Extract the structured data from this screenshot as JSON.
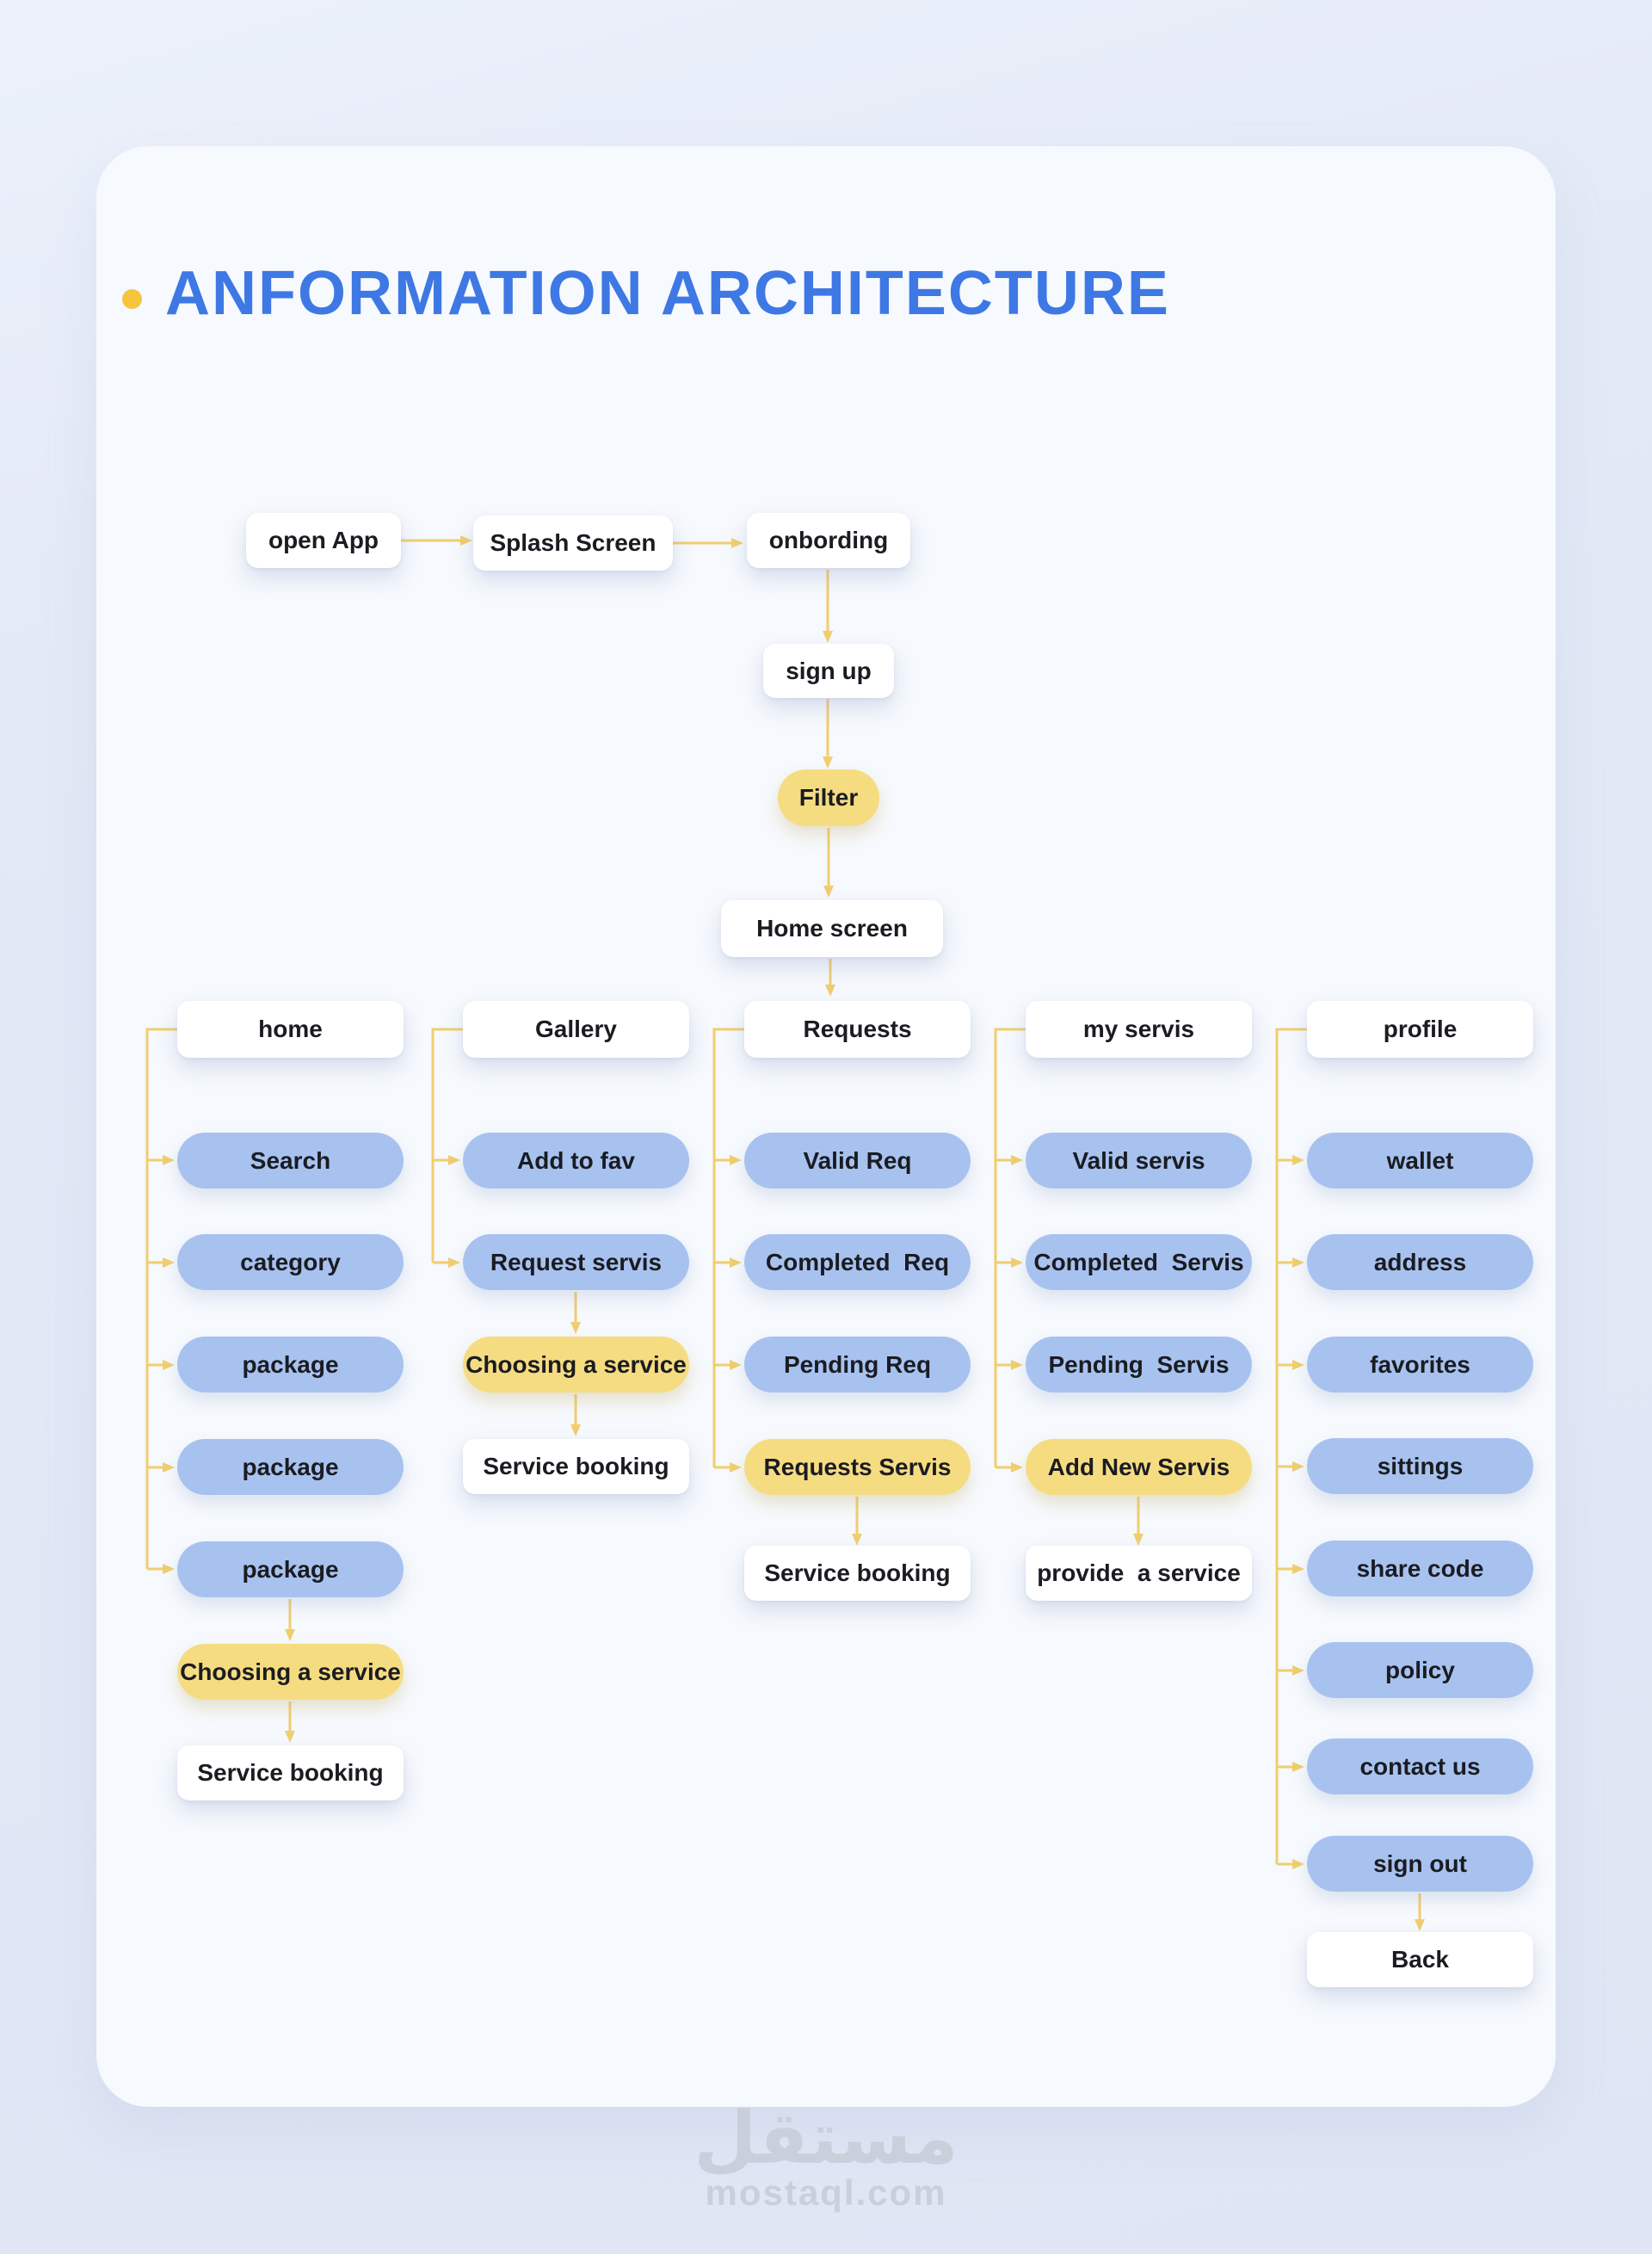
{
  "title": "ANFORMATION ARCHITECTURE",
  "top_flow": {
    "open_app": "open App",
    "splash_screen": "Splash Screen",
    "onboarding": "onbording",
    "sign_up": "sign up",
    "filter": "Filter",
    "home_screen": "Home screen"
  },
  "columns": [
    {
      "header": "home",
      "items": [
        "Search",
        "category",
        "package",
        "package",
        "package",
        "Choosing a service",
        "Service booking"
      ]
    },
    {
      "header": "Gallery",
      "items": [
        "Add to fav",
        "Request servis",
        "Choosing a service",
        "Service booking"
      ]
    },
    {
      "header": "Requests",
      "items": [
        "Valid Req",
        "Completed  Req",
        "Pending Req",
        "Requests Servis",
        "Service booking"
      ]
    },
    {
      "header": "my servis",
      "items": [
        "Valid servis",
        "Completed  Servis",
        "Pending  Servis",
        "Add New Servis",
        "provide  a service"
      ]
    },
    {
      "header": "profile",
      "items": [
        "wallet",
        "address",
        "favorites",
        "sittings",
        "share code",
        "policy",
        "contact us",
        "sign out",
        "Back"
      ]
    }
  ],
  "watermark": {
    "logo_arabic": "مستقل",
    "site": "mostaql.com"
  },
  "colors": {
    "title_blue": "#3E78E4",
    "bullet_yellow": "#F5C53D",
    "pill_blue": "#A8C2F0",
    "pill_yellow": "#F6DC81",
    "connector_yellow": "#F0CE6E",
    "node_white": "#FFFFFF",
    "card_bg": "#F6F9FD",
    "page_bg": "#E3E9F6",
    "text_dark": "#1A1C21",
    "watermark_gray": "#C9CFDB"
  }
}
